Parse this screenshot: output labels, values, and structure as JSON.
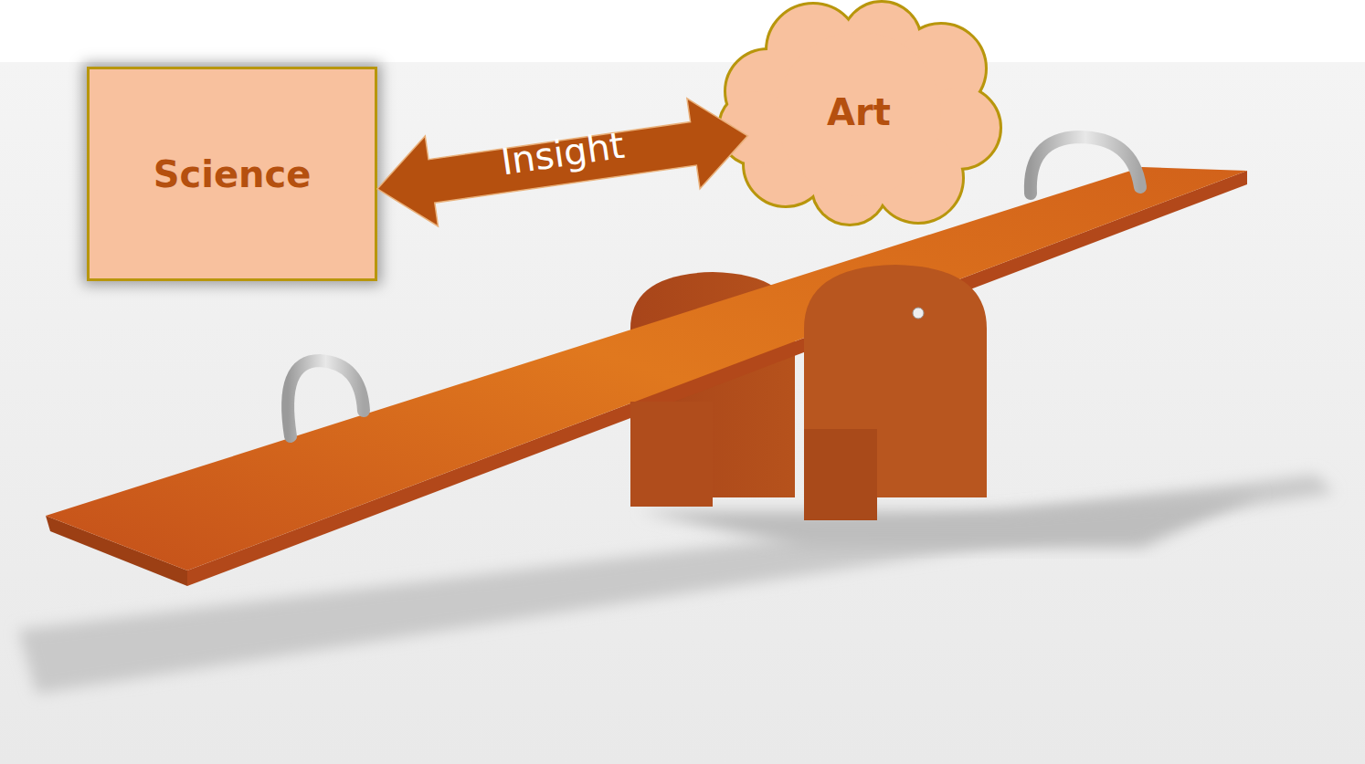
{
  "diagram": {
    "nodes": [
      {
        "text": [
          "Science"
        ]
      },
      {
        "text": [
          "Art"
        ]
      }
    ],
    "edges": [
      {
        "from": 0,
        "to": 1,
        "label": "Insight",
        "arrow": "both"
      }
    ]
  }
}
